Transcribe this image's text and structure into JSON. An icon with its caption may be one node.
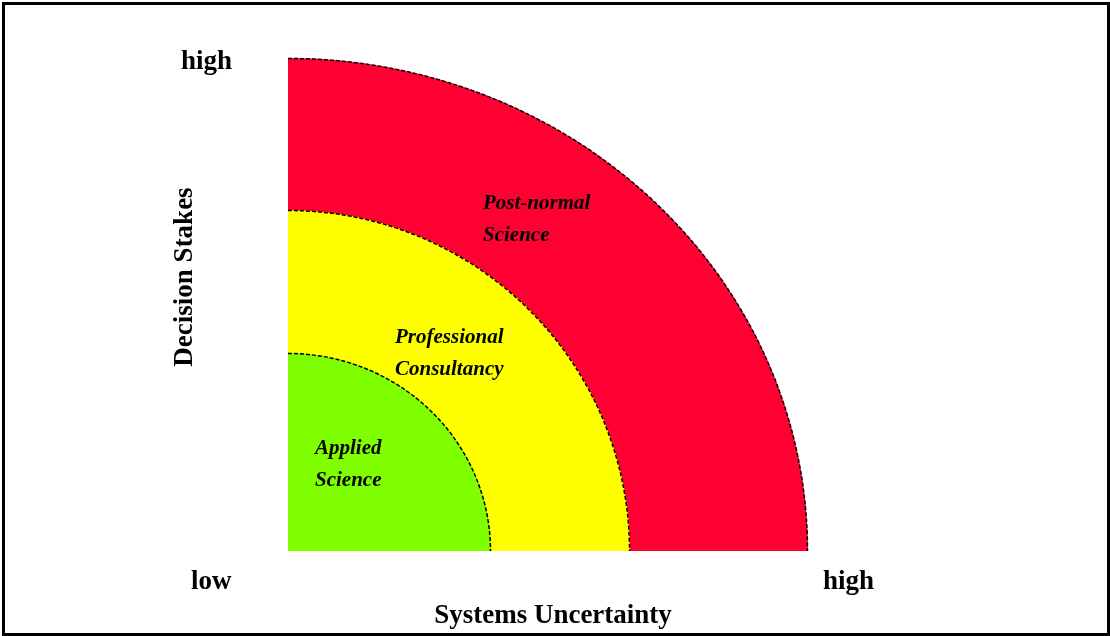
{
  "diagram": {
    "nodes": [
      {
        "text": [
          "Post-normal Science"
        ]
      },
      {
        "text": [
          "Professional Consultancy"
        ],
        "in": 0
      },
      {
        "text": [
          "Applied Science"
        ],
        "in": 1
      }
    ],
    "edges": [],
    "labels": [
      "high",
      "Decision Stakes",
      "low",
      "high",
      "Systems Uncertainty"
    ]
  }
}
